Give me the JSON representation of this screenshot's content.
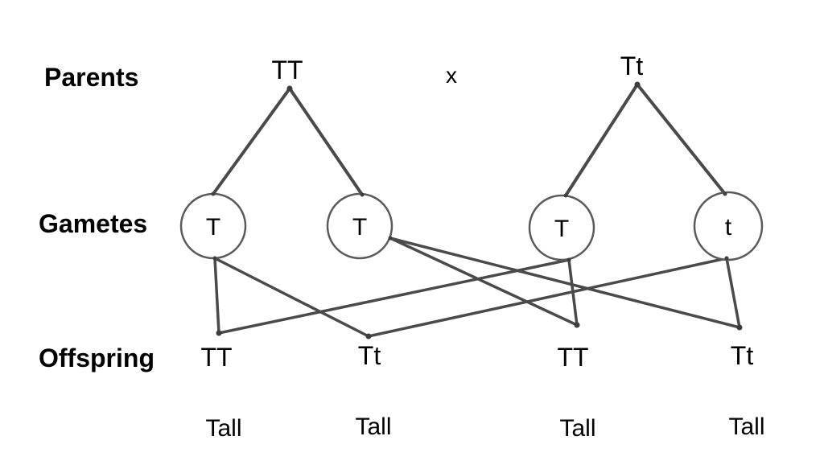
{
  "diagram": {
    "type": "genetic-cross",
    "row_labels": {
      "parents": "Parents",
      "gametes": "Gametes",
      "offspring": "Offspring"
    },
    "cross_symbol": "x",
    "parents": [
      {
        "genotype": "TT"
      },
      {
        "genotype": "Tt"
      }
    ],
    "gametes": [
      {
        "allele": "T"
      },
      {
        "allele": "T"
      },
      {
        "allele": "T"
      },
      {
        "allele": "t"
      }
    ],
    "offspring": [
      {
        "genotype": "TT",
        "phenotype": "Tall"
      },
      {
        "genotype": "Tt",
        "phenotype": "Tall"
      },
      {
        "genotype": "TT",
        "phenotype": "Tall"
      },
      {
        "genotype": "Tt",
        "phenotype": "Tall"
      }
    ],
    "colors": {
      "line": "#4a4a4a",
      "circle_stroke": "#5a5a5a",
      "junction_dot": "#3d3d3d",
      "text": "#000000",
      "background": "#ffffff"
    }
  }
}
